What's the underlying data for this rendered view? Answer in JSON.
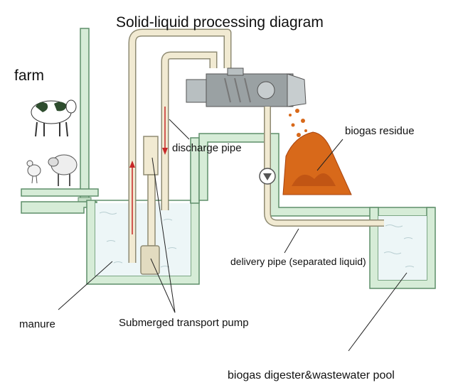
{
  "title": "Solid-liquid processing diagram",
  "labels": {
    "farm": "farm",
    "discharge_pipe": "discharge pipe",
    "biogas_residue": "biogas residue",
    "delivery_pipe": "delivery pipe (separated liquid)",
    "manure": "manure",
    "pump": "Submerged transport pump",
    "digester": "biogas digester&wastewater pool"
  },
  "colors": {
    "wall": "#d6ecd7",
    "wall_edge": "#5f8f6a",
    "pipe": "#f1ead2",
    "pipe_edge": "#8f8b73",
    "flow_arrow": "#c62828",
    "water": "#edf6f7",
    "residue": "#d8691a",
    "separator": "#9aa1a3"
  }
}
